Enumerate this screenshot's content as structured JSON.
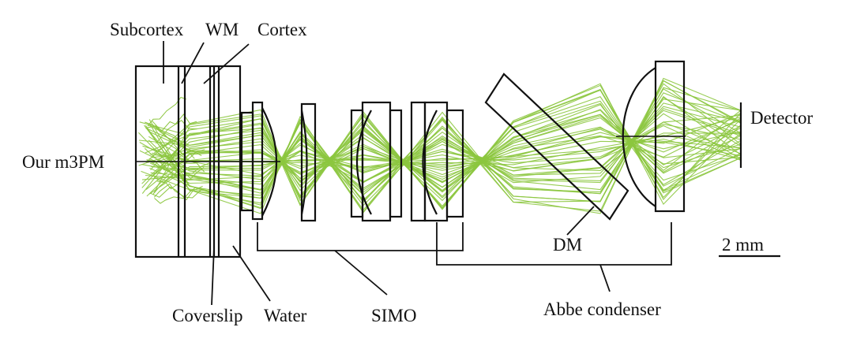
{
  "labels": {
    "subcortex": "Subcortex",
    "wm": "WM",
    "cortex": "Cortex",
    "our_m3pm": "Our m3PM",
    "detector": "Detector",
    "coverslip": "Coverslip",
    "water": "Water",
    "simo": "SIMO",
    "abbe_condenser": "Abbe condenser",
    "dm": "DM",
    "scale_bar": "2 mm"
  },
  "colors": {
    "rays": "#8cc63f",
    "ink": "#111111",
    "background": "#ffffff"
  }
}
